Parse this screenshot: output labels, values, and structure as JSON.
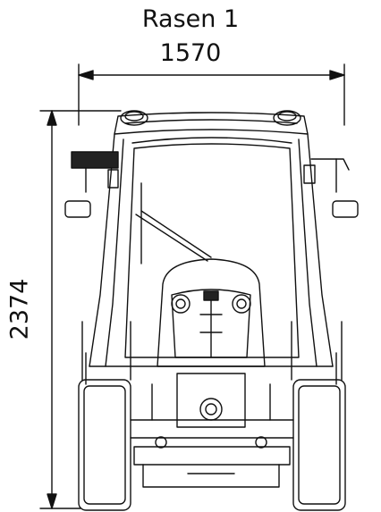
{
  "drawing": {
    "title": "Rasen 1",
    "width_value": "1570",
    "height_value": "2374"
  },
  "colors": {
    "line": "#111111",
    "fill_dark": "#222222",
    "fill_light": "#ffffff"
  },
  "icons": [
    "tractor-front-view-icon"
  ]
}
